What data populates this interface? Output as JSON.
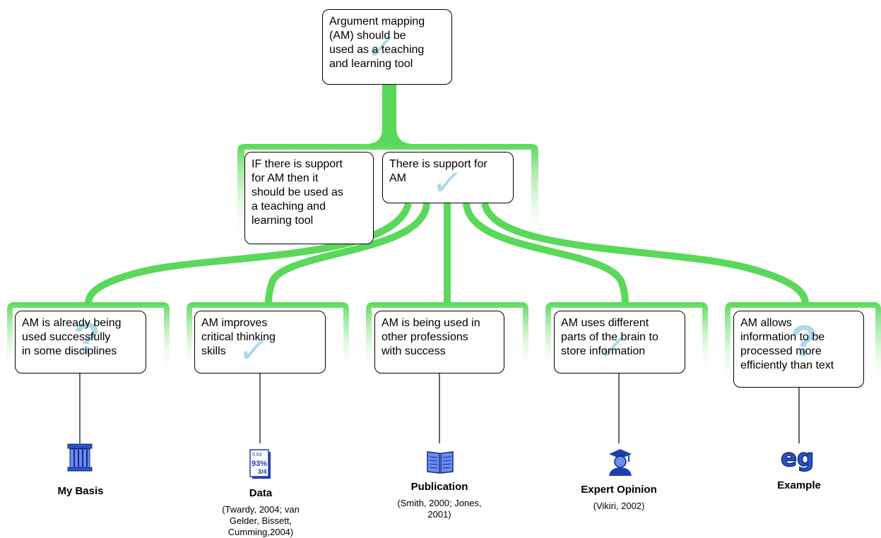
{
  "claim": {
    "text": "Argument mapping\n(AM)  should be\nused as a teaching\nand learning tool",
    "mark": "check"
  },
  "reasons": [
    {
      "text": "IF there is support\nfor AM then it\nshould be used as\na teaching and\nlearning tool",
      "mark": ""
    },
    {
      "text": "There is support for\nAM",
      "mark": "check"
    }
  ],
  "premises": [
    {
      "text": "AM is already being\nused successfully\nin some disciplines",
      "mark": "question",
      "basis_icon": "pillar-icon",
      "basis_label": "My Basis",
      "citation": ""
    },
    {
      "text": "AM improves\ncritical thinking\nskills",
      "mark": "check",
      "basis_icon": "data-sheet-icon",
      "basis_label": "Data",
      "citation": "(Twardy, 2004; van\nGelder, Bissett,\nCumming,2004)"
    },
    {
      "text": "AM is being used in\nother professions\nwith success",
      "mark": "",
      "basis_icon": "open-book-icon",
      "basis_label": "Publication",
      "citation": "(Smith, 2000; Jones,\n2001)"
    },
    {
      "text": "AM uses different\nparts of the brain to\nstore information",
      "mark": "check",
      "basis_icon": "graduate-icon",
      "basis_label": "Expert Opinion",
      "citation": "(Vikiri, 2002)"
    },
    {
      "text": "AM allows\ninformation to be\nprocessed more\nefficiently than text",
      "mark": "question",
      "basis_icon": "eg-icon",
      "basis_label": "Example",
      "citation": ""
    }
  ],
  "icon_text": {
    "data_icon_line1": "5.63",
    "data_icon_line2": "93%",
    "data_icon_line3": "3/4",
    "eg_icon_text": "eg"
  },
  "colors": {
    "connector_green": "#5ad85a",
    "connector_green_light": "#d4f7d4",
    "mark_blue": "#69b9d7",
    "icon_blue": "#2b54c8",
    "icon_blue_dark": "#0f2a86"
  }
}
